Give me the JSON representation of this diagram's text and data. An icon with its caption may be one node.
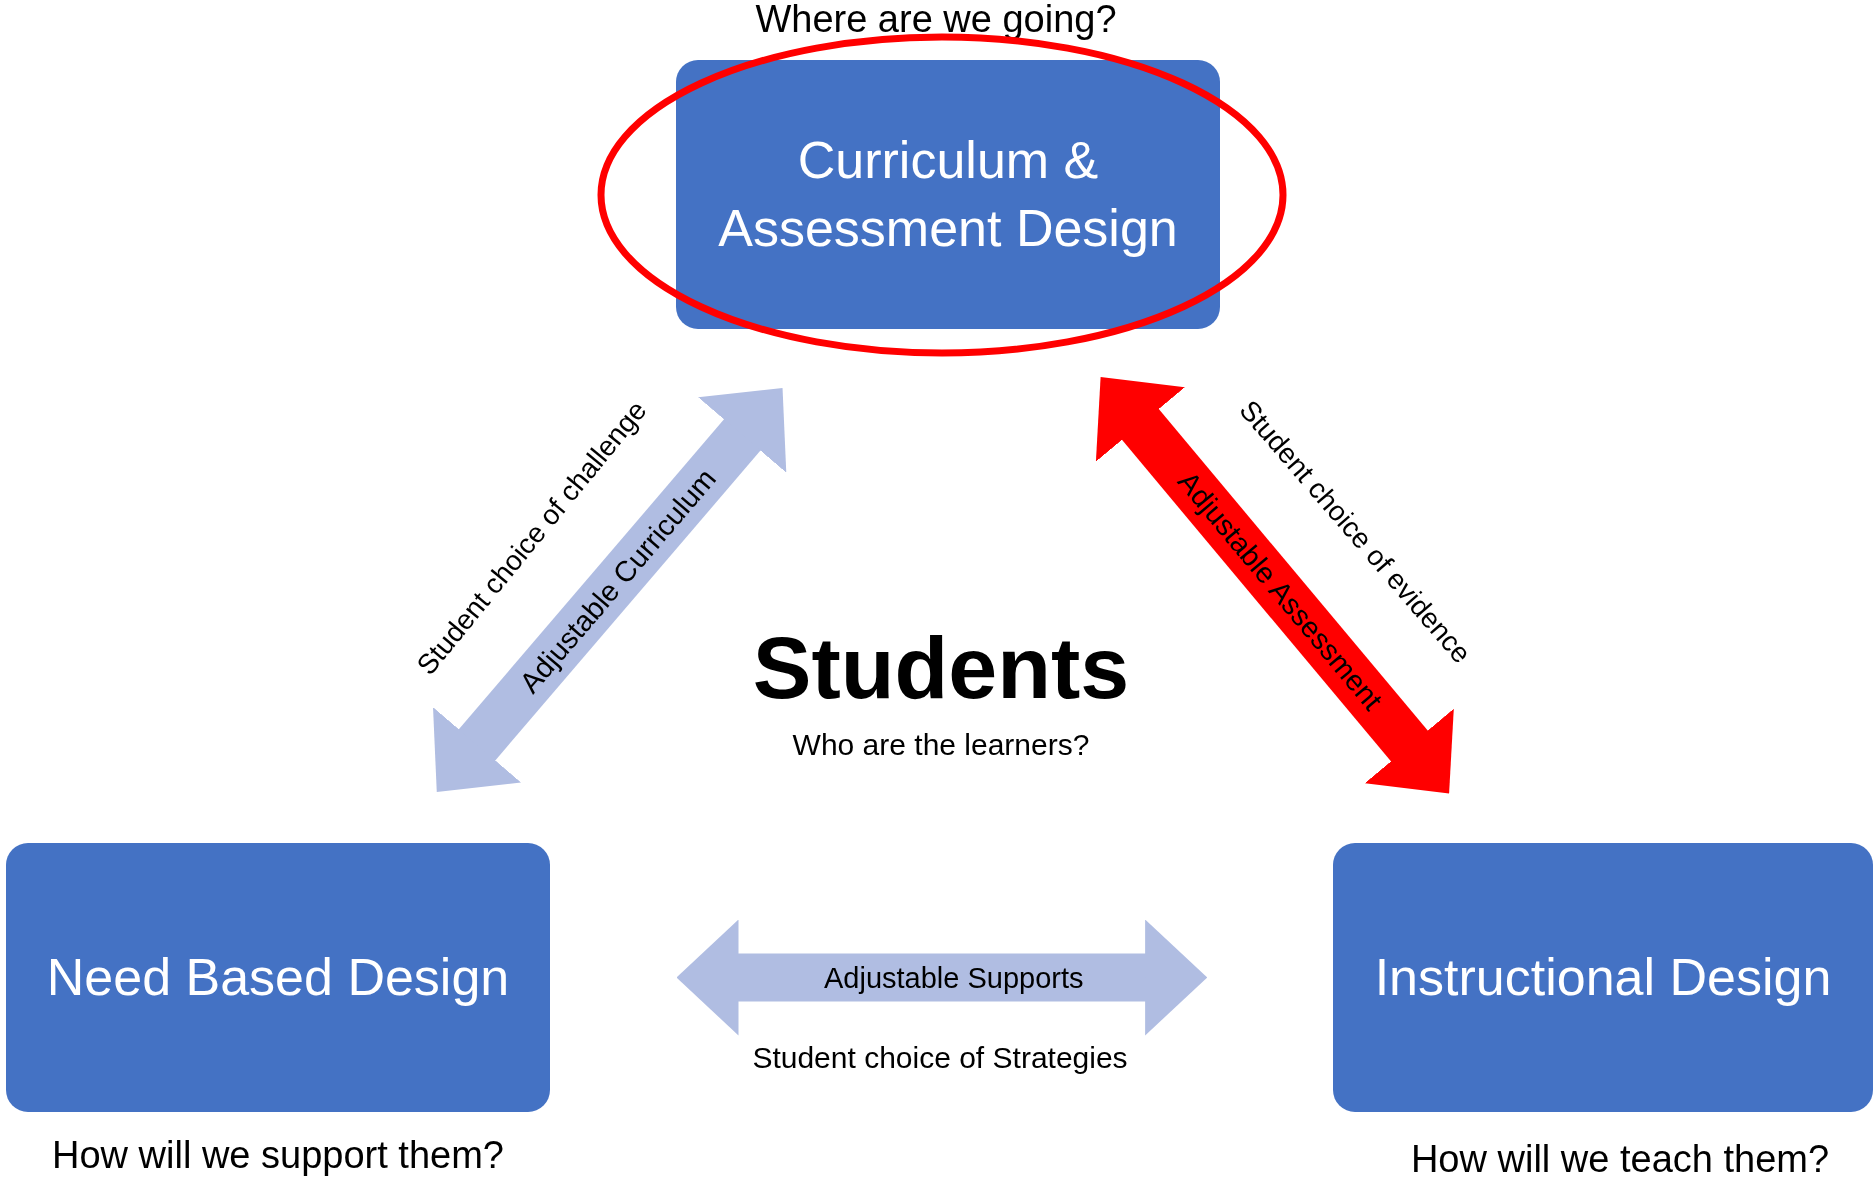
{
  "diagram": {
    "nodes": [
      {
        "text": [
          "Curriculum & Assessment Design"
        ],
        "beside": [
          "Where are we going?"
        ]
      },
      {
        "text": [
          "Need Based Design"
        ],
        "beside": [
          "How will we support them?"
        ]
      },
      {
        "text": [
          "Instructional Design"
        ],
        "beside": [
          "How will we teach them?"
        ]
      }
    ],
    "edges": [
      {
        "from": 0,
        "to": 1,
        "arrow": "both",
        "label": "Adjustable Curriculum"
      },
      {
        "from": 0,
        "to": 2,
        "arrow": "both",
        "label": "Adjustable Assessment",
        "color": "#ff0000"
      },
      {
        "from": 1,
        "to": 2,
        "arrow": "both",
        "label": "Adjustable Supports"
      }
    ],
    "labels": [
      "Student choice of challenge",
      "Student choice of evidence",
      "Students",
      "Who are the learners?",
      "Student choice of Strategies"
    ]
  }
}
